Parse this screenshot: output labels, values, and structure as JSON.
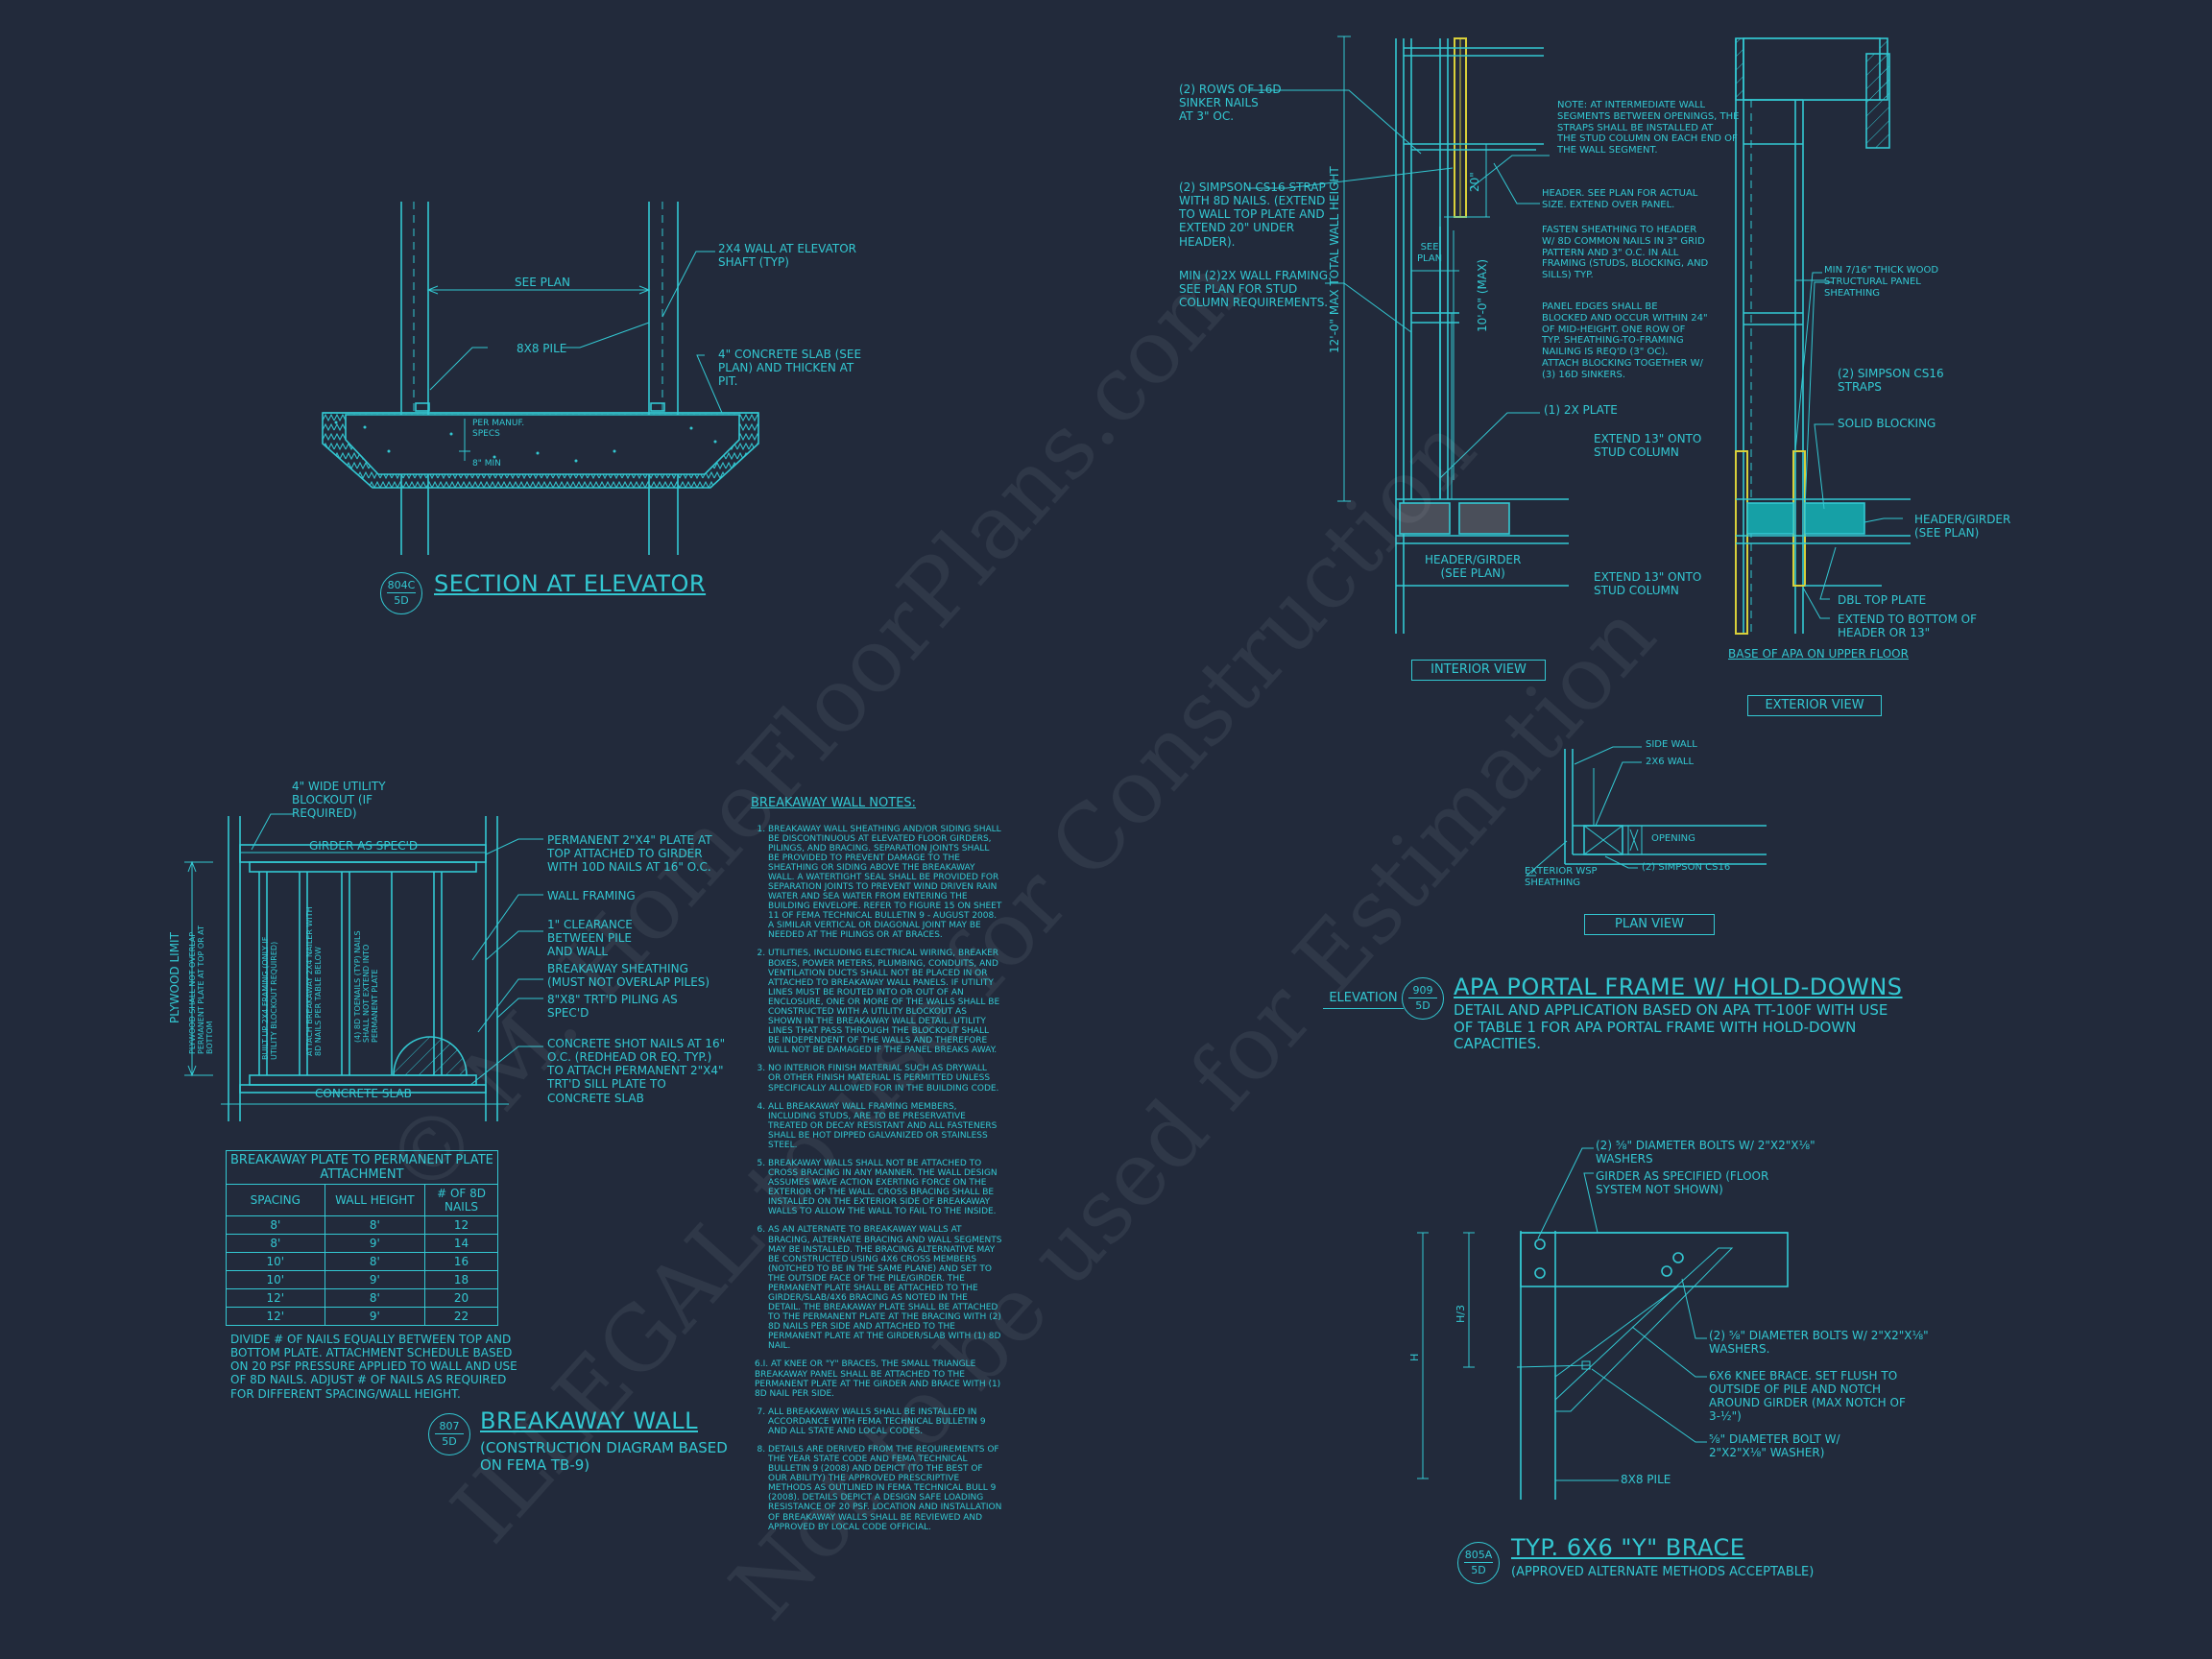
{
  "watermark": {
    "line1": "© M. HomeFloorPlans.com",
    "line2": "ILLEGAL to use for Construction",
    "line3": "Not to be used for Estimation"
  },
  "elevator_section": {
    "labels": {
      "wall": "2x4 WALL AT ELEVATOR\nSHAFT (TYP)",
      "see_plan": "SEE PLAN",
      "pile": "8x8 PILE",
      "slab": "4\" CONCRETE SLAB (SEE\nPLAN) AND THICKEN AT\nPIT.",
      "manuf": "PER MANUF.\nSPECS",
      "min": "8\" MIN"
    },
    "bubble_top": "804C",
    "bubble_bottom": "5D",
    "title": "SECTION AT ELEVATOR"
  },
  "breakaway": {
    "labels": {
      "blockout": "4\" WIDE UTILITY\nBLOCKOUT (IF\nREQUIRED)",
      "girder": "GIRDER AS SPEC'D",
      "permanent": "PERMANENT 2\"x4\" PLATE AT\nTOP ATTACHED TO GIRDER\nWITH 10d NAILS AT 16\" O.C.",
      "framing": "WALL FRAMING",
      "clearance": "1\" CLEARANCE\nBETWEEN PILE\nAND WALL",
      "sheathing": "BREAKAWAY SHEATHING\n(MUST NOT OVERLAP PILES)",
      "pilings": "8\"x8\" TRT'D PILING AS\nSPEC'D",
      "shot": "CONCRETE SHOT NAILS AT 16\"\nO.C. (REDHEAD OR EQ. TYP.)\nTO ATTACH PERMANENT 2\"x4\"\nTRT'D SILL PLATE TO\nCONCRETE SLAB",
      "slab": "CONCRETE SLAB",
      "plywood_limit": "PLYWOOD LIMIT",
      "plywood_note": "PLYWOOD SHALL NOT OVERLAP\nPERMANENT PLATE AT TOP OR AT\nBOTTOM",
      "built_up": "BUILT UP 2x4 FRAMING (ONLY IF\nUTILITY BLOCKOUT REQUIRED)",
      "attach": "ATTACH BREAKAWAY 2x4 NAILER WITH\n8d NAILS PER TABLE BELOW",
      "toenails": "(4) 8d TOENAILS (TYP) NAILS\nSHALL NOT EXTEND INTO\nPERMANENT PLATE"
    },
    "table": {
      "caption": "BREAKAWAY PLATE TO PERMANENT PLATE\nATTACHMENT",
      "headers": [
        "SPACING",
        "WALL HEIGHT",
        "# OF 8D NAILS"
      ],
      "rows": [
        [
          "8'",
          "8'",
          "12"
        ],
        [
          "8'",
          "9'",
          "14"
        ],
        [
          "10'",
          "8'",
          "16"
        ],
        [
          "10'",
          "9'",
          "18"
        ],
        [
          "12'",
          "8'",
          "20"
        ],
        [
          "12'",
          "9'",
          "22"
        ]
      ]
    },
    "note": "DIVIDE # OF NAILS EQUALLY BETWEEN TOP AND\nBOTTOM PLATE. ATTACHMENT SCHEDULE BASED\nON 20 PSF PRESSURE APPLIED TO WALL AND USE\nOF 8d NAILS. ADJUST # OF NAILS AS REQUIRED\nFOR DIFFERENT SPACING/WALL HEIGHT.",
    "bubble_top": "807",
    "bubble_bottom": "5D",
    "title": "BREAKAWAY WALL",
    "subtitle": "(CONSTRUCTION DIAGRAM BASED\nON FEMA TB-9)"
  },
  "notes": {
    "heading": "BREAKAWAY WALL NOTES:",
    "items": [
      "BREAKAWAY WALL SHEATHING AND/OR SIDING SHALL BE DISCONTINUOUS AT ELEVATED FLOOR GIRDERS, PILINGS, AND BRACING. SEPARATION JOINTS SHALL BE PROVIDED TO PREVENT DAMAGE TO THE SHEATHING OR SIDING ABOVE THE BREAKAWAY WALL. A WATERTIGHT SEAL SHALL BE PROVIDED FOR SEPARATION JOINTS TO PREVENT WIND DRIVEN RAIN WATER AND SEA WATER FROM ENTERING THE BUILDING ENVELOPE. REFER TO FIGURE 15 ON SHEET 11 OF FEMA TECHNICAL BULLETIN 9 - AUGUST 2008. A SIMILAR VERTICAL OR DIAGONAL JOINT MAY BE NEEDED AT THE PILINGS OR AT BRACES.",
      "UTILITIES, INCLUDING ELECTRICAL WIRING, BREAKER BOXES, POWER METERS, PLUMBING, CONDUITS, AND VENTILATION DUCTS SHALL NOT BE PLACED IN OR ATTACHED TO BREAKAWAY WALL PANELS. IF UTILITY LINES MUST BE ROUTED INTO OR OUT OF AN ENCLOSURE, ONE OR MORE OF THE WALLS SHALL BE CONSTRUCTED WITH A UTILITY BLOCKOUT AS SHOWN IN THE BREAKAWAY WALL DETAIL. UTILITY LINES THAT PASS THROUGH THE BLOCKOUT SHALL BE INDEPENDENT OF THE WALLS AND THEREFORE WILL NOT BE DAMAGED IF THE PANEL BREAKS AWAY.",
      "NO INTERIOR FINISH MATERIAL SUCH AS DRYWALL OR OTHER FINISH MATERIAL IS PERMITTED UNLESS SPECIFICALLY ALLOWED FOR IN THE BUILDING CODE.",
      "ALL BREAKAWAY WALL FRAMING MEMBERS, INCLUDING STUDS, ARE TO BE PRESERVATIVE TREATED OR DECAY RESISTANT AND ALL FASTENERS SHALL BE HOT DIPPED GALVANIZED OR STAINLESS STEEL.",
      "BREAKAWAY WALLS SHALL NOT BE ATTACHED TO CROSS BRACING IN ANY MANNER. THE WALL DESIGN ASSUMES WAVE ACTION EXERTING FORCE ON THE EXTERIOR OF THE WALL. CROSS BRACING SHALL BE INSTALLED ON THE EXTERIOR SIDE OF BREAKAWAY WALLS TO ALLOW THE WALL TO FAIL TO THE INSIDE.",
      "AS AN ALTERNATE TO BREAKAWAY WALLS AT BRACING, ALTERNATE BRACING AND WALL SEGMENTS MAY BE INSTALLED. THE BRACING ALTERNATIVE MAY BE CONSTRUCTED USING 4x6 CROSS MEMBERS (NOTCHED TO BE IN THE SAME PLANE) AND SET TO THE OUTSIDE FACE OF THE PILE/GIRDER. THE PERMANENT PLATE SHALL BE ATTACHED TO THE GIRDER/SLAB/4x6 BRACING AS NOTED IN THE DETAIL. THE BREAKAWAY PLATE SHALL BE ATTACHED TO THE PERMANENT PLATE AT THE BRACING WITH (2) 8d NAILS PER SIDE AND ATTACHED TO THE PERMANENT PLATE AT THE GIRDER/SLAB WITH (1) 8d NAIL.",
      "6.i. AT KNEE OR \"Y\" BRACES, THE SMALL TRIANGLE BREAKAWAY PANEL SHALL BE ATTACHED TO THE PERMANENT PLATE AT THE GIRDER AND BRACE WITH (1) 8d NAIL PER SIDE.",
      "ALL BREAKAWAY WALLS SHALL BE INSTALLED IN ACCORDANCE WITH FEMA TECHNICAL BULLETIN 9 AND ALL STATE AND LOCAL CODES.",
      "DETAILS ARE DERIVED FROM THE REQUIREMENTS OF THE YEAR STATE CODE AND FEMA TECHNICAL BULLETIN 9 (2008) AND DEPICT (TO THE BEST OF OUR ABILITY) THE APPROVED PRESCRIPTIVE METHODS AS OUTLINED IN FEMA TECHNICAL BULL 9 (2008). DETAILS DEPICT A DESIGN SAFE LOADING RESISTANCE OF 20 PSF. LOCATION AND INSTALLATION OF BREAKAWAY WALLS SHALL BE REVIEWED AND APPROVED BY LOCAL CODE OFFICIAL."
    ]
  },
  "apa": {
    "interior": {
      "sinker": "(2) ROWS OF 16d\nSINKER NAILS\nAT 3\" OC.",
      "strap": "(2) SIMPSON CS16 STRAP\nWITH 8d NAILS. (EXTEND\nTO WALL TOP PLATE AND\nEXTEND 20\" UNDER\nHEADER).",
      "min_framing": "MIN (2)2X WALL FRAMING.\nSEE PLAN FOR STUD\nCOLUMN REQUIREMENTS.",
      "note_intermediate": "NOTE: AT INTERMEDIATE WALL\nSEGMENTS BETWEEN OPENINGS, THE\nSTRAPS SHALL BE INSTALLED AT\nTHE STUD COLUMN ON EACH END OF\nTHE WALL SEGMENT.",
      "header": "HEADER. SEE PLAN FOR ACTUAL\nSIZE. EXTEND OVER PANEL.",
      "fasten": "FASTEN SHEATHING TO HEADER\nW/ 8d COMMON NAILS IN 3\" GRID\nPATTERN AND 3\" O.C. IN ALL\nFRAMING (STUDS, BLOCKING, AND\nSILLS) TYP.",
      "panel_edges": "PANEL EDGES SHALL BE\nBLOCKED AND OCCUR WITHIN 24\"\nOF MID-HEIGHT. ONE ROW OF\nTYP. SHEATHING-TO-FRAMING\nNAILING IS REQ'D (3\" OC).\nATTACH BLOCKING TOGETHER W/\n(3) 16d SINKERS.",
      "plate": "(1) 2X PLATE",
      "extend1": "EXTEND 13\" ONTO\nSTUD COLUMN",
      "header_girder": "HEADER/GIRDER\n(SEE PLAN)",
      "extend2": "EXTEND 13\" ONTO\nSTUD COLUMN",
      "see_plan": "SEE\nPLAN",
      "dim_20": "20\"",
      "dim_total": "12'-0\" MAX TOTAL WALL HEIGHT",
      "dim_10": "10'-0\" (MAX)",
      "view": "INTERIOR VIEW"
    },
    "exterior": {
      "sheathing": "MIN 7/16\" THICK WOOD\nSTRUCTURAL PANEL\nSHEATHING",
      "straps": "(2) SIMPSON CS16\nSTRAPS",
      "blocking": "SOLID BLOCKING",
      "header_girder": "HEADER/GIRDER\n(SEE PLAN)",
      "dbl_plate": "DBL TOP PLATE",
      "extend_bottom": "EXTEND TO BOTTOM OF\nHEADER OR 13\"",
      "base": "BASE OF APA ON UPPER FLOOR",
      "view": "EXTERIOR VIEW"
    },
    "plan": {
      "side_wall": "SIDE WALL",
      "wall_2x6": "2x6 WALL",
      "opening": "OPENING",
      "ext_sheathing": "EXTERIOR WSP\nSHEATHING",
      "cs16": "(2) SIMPSON CS16",
      "view": "PLAN VIEW"
    },
    "elevation_tag": "ELEVATION",
    "bubble_top": "909",
    "bubble_bottom": "5D",
    "title": "APA PORTAL FRAME W/ HOLD-DOWNS",
    "subtitle": "DETAIL AND APPLICATION BASED ON APA TT-100F WITH USE\nOF TABLE 1 FOR APA PORTAL FRAME WITH HOLD-DOWN\nCAPACITIES."
  },
  "ybrace": {
    "bolts_top": "(2) ⅝\" DIAMETER BOLTS W/ 2\"x2\"x⅛\"\nWASHERS",
    "girder": "GIRDER AS SPECIFIED (FLOOR\nSYSTEM NOT SHOWN)",
    "bolts_mid": "(2) ⅝\" DIAMETER BOLTS W/ 2\"x2\"x⅛\"\nWASHERS.",
    "knee": "6x6 KNEE BRACE. SET FLUSH TO\nOUTSIDE OF PILE AND NOTCH\nAROUND GIRDER (MAX NOTCH OF\n3-½\")",
    "bolt_bottom": "⅝\" DIAMETER BOLT W/\n2\"x2\"x⅛\" WASHER)",
    "pile": "8x8 PILE",
    "dim_h": "H",
    "dim_h3": "H/3",
    "bubble_top": "805A",
    "bubble_bottom": "5D",
    "title": "TYP. 6x6 \"Y\" BRACE",
    "subtitle": "(APPROVED ALTERNATE METHODS ACCEPTABLE)"
  }
}
